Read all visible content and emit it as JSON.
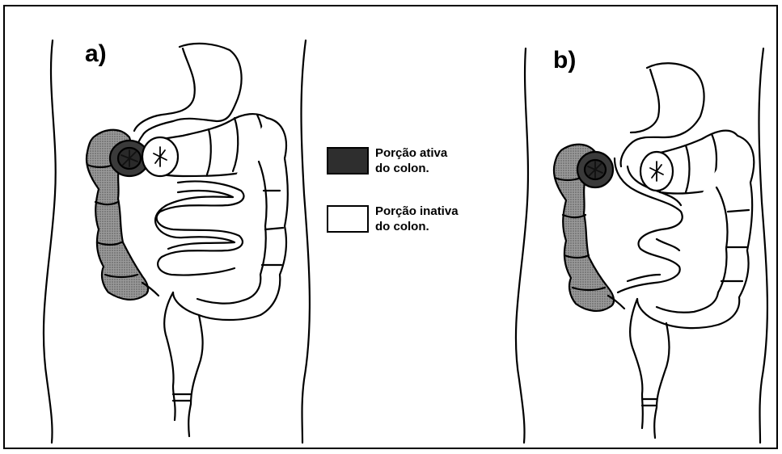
{
  "panels": [
    {
      "label": "a)"
    },
    {
      "label": "b)"
    }
  ],
  "legend": {
    "active": {
      "line1": "Porção ativa",
      "line2": "do colon.",
      "color": "#2e2e2e"
    },
    "inactive": {
      "line1": "Porção inativa",
      "line2": "do colon.",
      "color": "#ffffff"
    }
  },
  "colors": {
    "stroke": "#000000",
    "shading": "#8a8a8a",
    "dark": "#3a3a3a"
  }
}
